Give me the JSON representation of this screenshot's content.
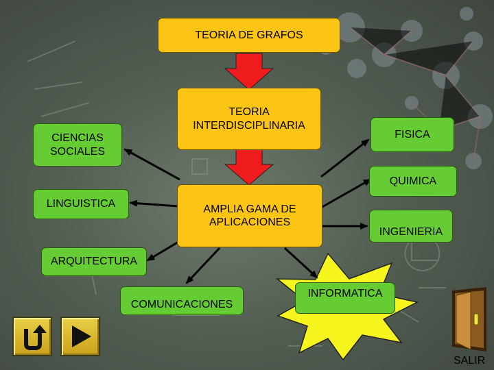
{
  "nodes": {
    "teoria_grafos": "TEORIA DE GRAFOS",
    "teoria_interdisciplinaria": "TEORIA INTERDISCIPLINARIA",
    "ciencias_sociales": "CIENCIAS SOCIALES",
    "fisica": "FISICA",
    "quimica": "QUIMICA",
    "linguistica": "LINGUISTICA",
    "amplia_gama": "AMPLIA GAMA DE APLICACIONES",
    "ingenieria": "INGENIERIA",
    "arquitectura": "ARQUITECTURA",
    "comunicaciones": "COMUNICACIONES",
    "informatica": "INFORMATICA"
  },
  "nav": {
    "exit_label": "SALIR"
  },
  "colors": {
    "yellow_box": "#fdc513",
    "green_box": "#66cc33",
    "red_arrow": "#ee1c1c",
    "starburst": "#f6f61e"
  },
  "icons": {
    "back": "u-turn-back-icon",
    "forward": "play-forward-icon",
    "exit": "exit-door-icon"
  }
}
